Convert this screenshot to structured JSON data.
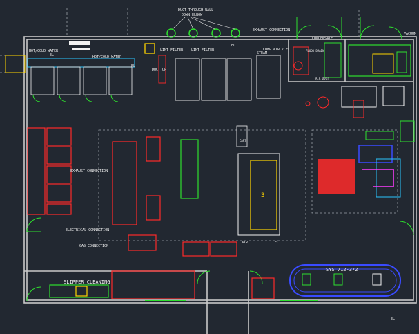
{
  "canvas": {
    "background": "#222831"
  },
  "colors": {
    "wall": "#c9c9c9",
    "red": "#ff2a2a",
    "green": "#2ee02e",
    "white": "#f2f2f2",
    "yellow": "#ffd400",
    "blue": "#3a4bff",
    "magenta": "#ff3cff",
    "cyan": "#29c6ff"
  },
  "labels": {
    "duct_through_wall": "DUCT THROUGH WALL",
    "down_elbow": "DOWN ELBOW",
    "exhaust_connection_top": "EXHAUST CONNECTION",
    "condensate": "CONDENSATE",
    "vacuum": "VACUUM",
    "hot_cold_water_1": "HOT/COLD WATER",
    "hot_cold_water_2": "HOT/COLD WATER",
    "el_1": "EL",
    "el_2": "EL",
    "lint_filter_1": "LINT FILTER",
    "lint_filter_2": "LINT FILTER",
    "el_3": "EL",
    "duct_up": "DUCT UP",
    "steam": "STEAM",
    "comp_air": "COMP AIR / EL",
    "floor_drain": "FLOOR DRAIN",
    "air_duct": "AIR DUCT",
    "exhaust_connection": "EXHAUST CONNECTION",
    "electrical_connection": "ELECTRICAL CONNECTION",
    "gas_connection": "GAS CONNECTION",
    "cart": "CART",
    "air": "AIR",
    "el_4": "EL",
    "slipper_cleaning": "SLIPPER CLEANING",
    "sys_label": "SYS 712-372",
    "el_5": "EL",
    "machine_3": "3"
  }
}
